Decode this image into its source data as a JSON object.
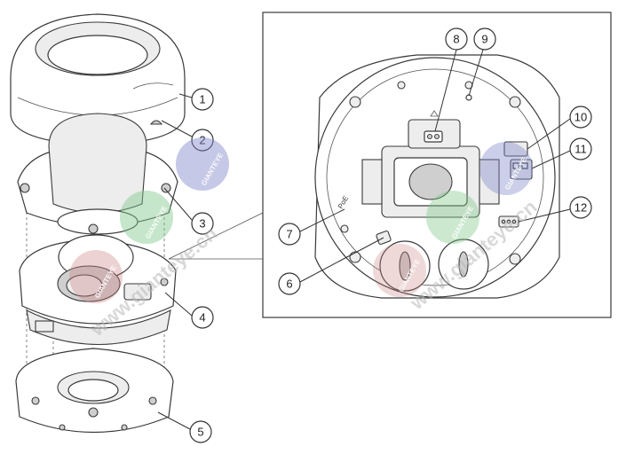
{
  "callouts": {
    "c1": "1",
    "c2": "2",
    "c3": "3",
    "c4": "4",
    "c5": "5",
    "c6": "6",
    "c7": "7",
    "c8": "8",
    "c9": "9",
    "c10": "10",
    "c11": "11",
    "c12": "12"
  },
  "labels": {
    "poe": "PoE"
  },
  "watermark": {
    "text": "www.gianteye.cn",
    "badge": "GIANTEYE"
  },
  "colors": {
    "badge_blue": "#7f86c8",
    "badge_green": "#7fc88a",
    "badge_red": "#c87f7f"
  }
}
